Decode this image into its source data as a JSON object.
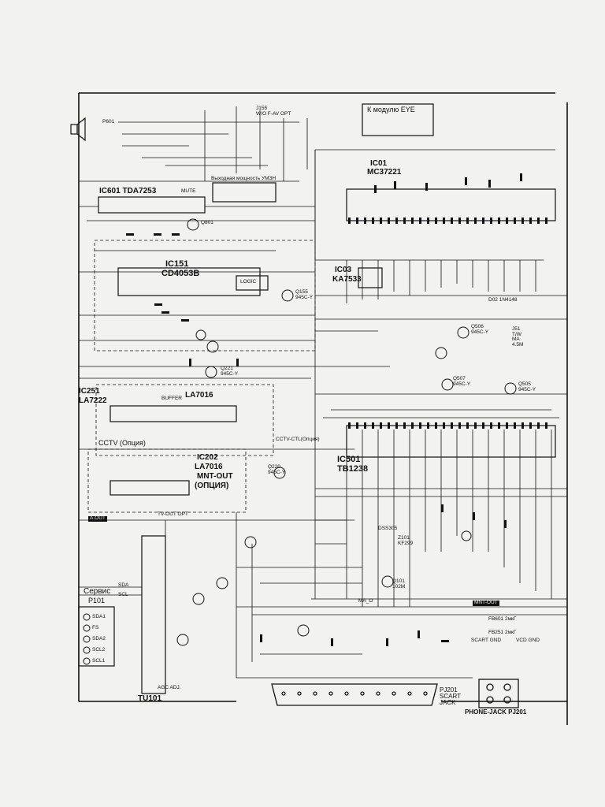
{
  "ic_blocks": {
    "ic601": "IC601 TDA7253",
    "ic01": "IC01",
    "ic01_part": "MC37221",
    "ic151": "IC151",
    "ic151_part": "CD4053B",
    "ic03": "IC03",
    "ic03_part": "KA7533",
    "ic251": "IC251",
    "ic251_part": "LA7222",
    "ic501": "IC501",
    "ic501_part": "TB1238",
    "ic202": "IC202",
    "ic202_part": "LA7016",
    "la7016": "LA7016"
  },
  "labels": {
    "eye_module": "К модулю EYE",
    "cctv_option": "CCTV (Опция)",
    "cctv_option_2": "CCTV-CTL(Опция)",
    "mnt_out": "MNT-OUT",
    "mnt_out_option": "(ОПЦИЯ)",
    "tv_out_opt": "TV-OUT OPT",
    "service": "Сервис",
    "p101": "P101",
    "tu101": "TU101",
    "agc_adj": "AGC ADJ.",
    "scart_jack": "PJ201\nSCART\nJACK",
    "phone_jack": "PHONE-JACK PJ201",
    "logic": "LOGIC",
    "buffer": "BUFFER",
    "j155": "J155\nW/O F-AV OPT",
    "p601": "P601",
    "d02": "D02 1N4148",
    "j51": "J51\nT/W\nMA\n4.5M",
    "z101": "Z101\nKF299",
    "dss305": "DSS305",
    "q101": "Q101\n102M",
    "mute": "MUTE",
    "mntout_sig": "MNT-OUT",
    "a_out": "A.OUT",
    "sda": "SDA",
    "scl": "SCL",
    "ma_out": "MA_O",
    "scart_gnd": "SCART GND",
    "vcd_gnd": "VCD GND",
    "fb601": "FB601 2мкГ",
    "fb251": "FB251 2мкГ",
    "power_note": "Выходная мощность УМЗН",
    "q801": "Q801",
    "q155": "Q155\n945C-Y",
    "q221": "Q221\n945C-Y",
    "q220": "Q220\n945C-Y",
    "q505": "Q505\n945C-Y",
    "q506": "Q506\n945C-Y",
    "q507": "Q507\n945C-Y"
  },
  "service_pins": [
    "SDA1",
    "FS",
    "SDA2",
    "SCL2",
    "SCL1"
  ],
  "colors": {
    "paper": "#f2f2f0",
    "ink": "#111111"
  }
}
